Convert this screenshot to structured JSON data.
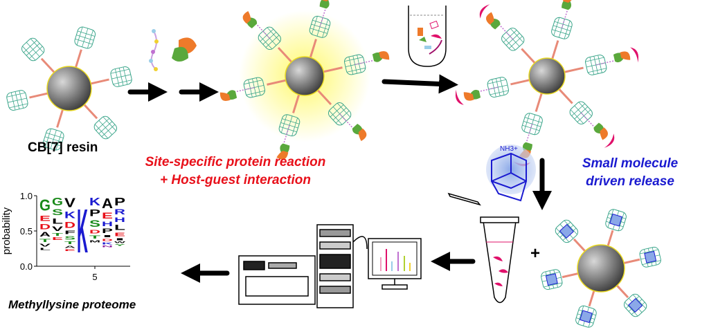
{
  "labels": {
    "resin": "CB[7] resin",
    "reaction_line1": "Site-specific protein reaction",
    "reaction_line2": "+ Host-guest interaction",
    "release_line1": "Small molecule",
    "release_line2": "driven release",
    "proteome": "Methyllysine proteome",
    "plus": "+",
    "ammonium": "NH3+"
  },
  "colors": {
    "red_text": "#e8101a",
    "blue_text": "#1a1ad0",
    "cage": "#3aa58a",
    "protein_green": "#5aa83c",
    "protein_orange": "#ee7a2a",
    "crescent": "#e0106a"
  },
  "chart_data": {
    "type": "sequence-logo",
    "ylabel": "probability",
    "ylim": [
      0,
      1.0
    ],
    "yticks": [
      "0.0",
      "0.5",
      "1.0"
    ],
    "xticks": [
      "5"
    ],
    "columns": [
      [
        [
          "G",
          0.26
        ],
        [
          "E",
          0.12
        ],
        [
          "D",
          0.12
        ],
        [
          "A",
          0.1
        ],
        [
          "T",
          0.07
        ],
        [
          "V",
          0.06
        ],
        [
          "L",
          0.05
        ]
      ],
      [
        [
          "G",
          0.17
        ],
        [
          "S",
          0.13
        ],
        [
          "L",
          0.12
        ],
        [
          "V",
          0.1
        ],
        [
          "T",
          0.06
        ],
        [
          "E",
          0.06
        ]
      ],
      [
        [
          "V",
          0.2
        ],
        [
          "K",
          0.15
        ],
        [
          "D",
          0.13
        ],
        [
          "F",
          0.08
        ],
        [
          "S",
          0.08
        ],
        [
          "T",
          0.06
        ],
        [
          "A",
          0.05
        ],
        [
          "E",
          0.04
        ]
      ],
      [
        [
          "K",
          1.0
        ]
      ],
      [
        [
          "K",
          0.17
        ],
        [
          "P",
          0.15
        ],
        [
          "S",
          0.15
        ],
        [
          "D",
          0.08
        ],
        [
          "T",
          0.07
        ],
        [
          "M",
          0.05
        ]
      ],
      [
        [
          "A",
          0.22
        ],
        [
          "E",
          0.13
        ],
        [
          "H",
          0.1
        ],
        [
          "P",
          0.1
        ],
        [
          "I",
          0.05
        ],
        [
          "D",
          0.05
        ],
        [
          "K",
          0.05
        ],
        [
          "N",
          0.04
        ]
      ],
      [
        [
          "P",
          0.17
        ],
        [
          "R",
          0.12
        ],
        [
          "H",
          0.1
        ],
        [
          "L",
          0.12
        ],
        [
          "E",
          0.08
        ],
        [
          "I",
          0.05
        ],
        [
          "W",
          0.04
        ],
        [
          "Y",
          0.04
        ]
      ]
    ]
  }
}
